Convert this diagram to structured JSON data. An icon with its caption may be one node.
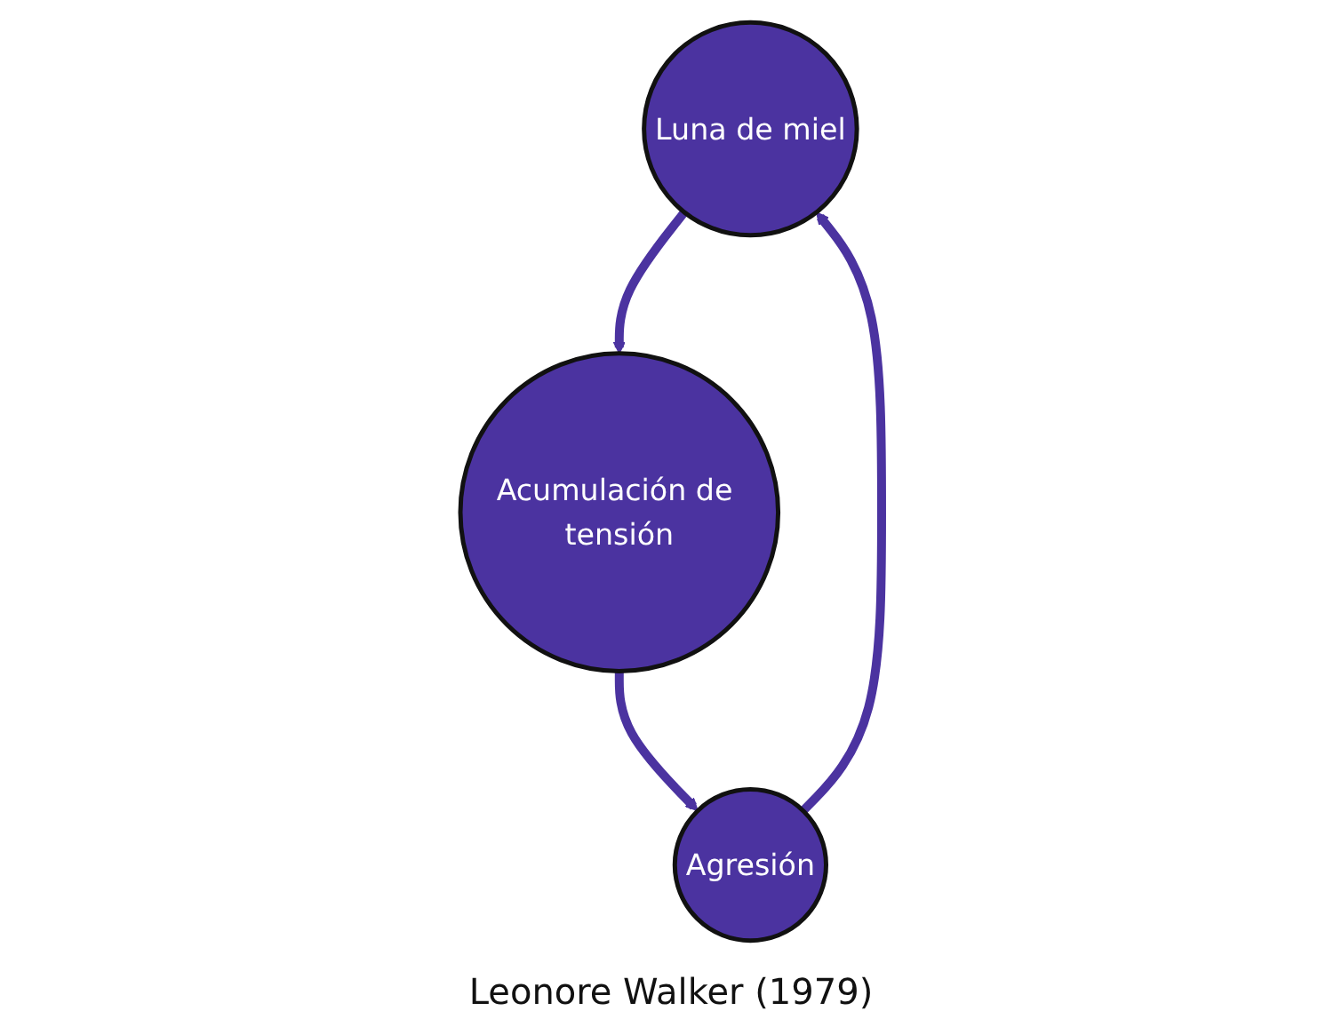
{
  "diagram": {
    "caption": "Leonore Walker (1979)",
    "nodes": [
      {
        "text": [
          "Luna de miel"
        ]
      },
      {
        "text": [
          "Acumulación de tensión"
        ]
      },
      {
        "text": [
          "Agresión"
        ]
      }
    ],
    "edges": [
      {
        "from": 0,
        "to": 1,
        "arrow": "to"
      },
      {
        "from": 1,
        "to": 2,
        "arrow": "to"
      },
      {
        "from": 2,
        "to": 0,
        "arrow": "to"
      }
    ]
  }
}
